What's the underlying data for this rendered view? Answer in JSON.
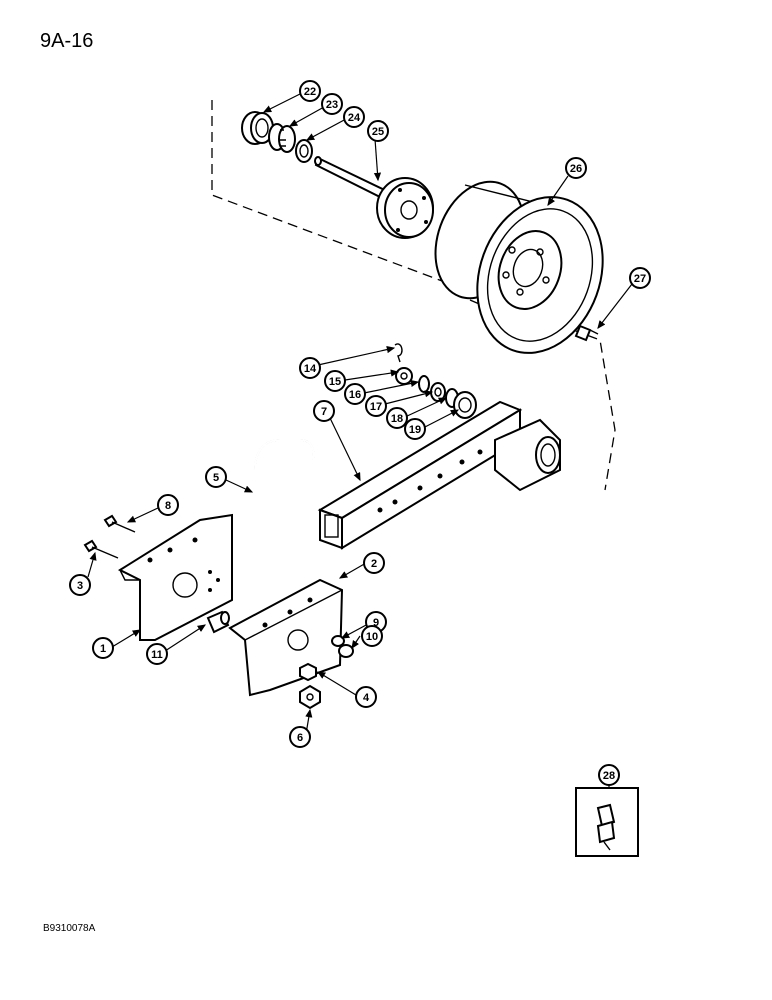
{
  "page": {
    "id": "9A-16",
    "figure_code": "B9310078A"
  },
  "callouts": [
    {
      "id": "1",
      "label": "1"
    },
    {
      "id": "2",
      "label": "2"
    },
    {
      "id": "3",
      "label": "3"
    },
    {
      "id": "4",
      "label": "4"
    },
    {
      "id": "5",
      "label": "5"
    },
    {
      "id": "6",
      "label": "6"
    },
    {
      "id": "7",
      "label": "7"
    },
    {
      "id": "8",
      "label": "8"
    },
    {
      "id": "9",
      "label": "9"
    },
    {
      "id": "10",
      "label": "10"
    },
    {
      "id": "11",
      "label": "11"
    },
    {
      "id": "14",
      "label": "14"
    },
    {
      "id": "15",
      "label": "15"
    },
    {
      "id": "16",
      "label": "16"
    },
    {
      "id": "17",
      "label": "17"
    },
    {
      "id": "18",
      "label": "18"
    },
    {
      "id": "19",
      "label": "19"
    },
    {
      "id": "22",
      "label": "22"
    },
    {
      "id": "23",
      "label": "23"
    },
    {
      "id": "24",
      "label": "24"
    },
    {
      "id": "25",
      "label": "25"
    },
    {
      "id": "26",
      "label": "26"
    },
    {
      "id": "27",
      "label": "27"
    },
    {
      "id": "28",
      "label": "28"
    }
  ]
}
